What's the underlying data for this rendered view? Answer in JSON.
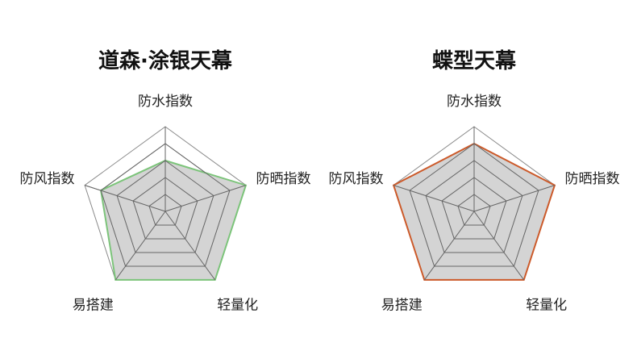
{
  "colors": {
    "grid": "#8a8a8a",
    "fill": "#cfcfcf",
    "text": "#222222"
  },
  "chart_data": [
    {
      "type": "radar",
      "title": "道森·涂银天幕",
      "axes": [
        "防水指数",
        "防晒指数",
        "轻量化",
        "易搭建",
        "防风指数"
      ],
      "series": [
        {
          "values": [
            3,
            5,
            5,
            5,
            4
          ],
          "color": "#7cc47a"
        }
      ],
      "scale_max": 5,
      "grid_levels": 5
    },
    {
      "type": "radar",
      "title": "蝶型天幕",
      "axes": [
        "防水指数",
        "防晒指数",
        "轻量化",
        "易搭建",
        "防风指数"
      ],
      "series": [
        {
          "values": [
            4,
            5,
            5,
            5,
            5
          ],
          "color": "#cc5a2a"
        }
      ],
      "scale_max": 5,
      "grid_levels": 5
    }
  ]
}
